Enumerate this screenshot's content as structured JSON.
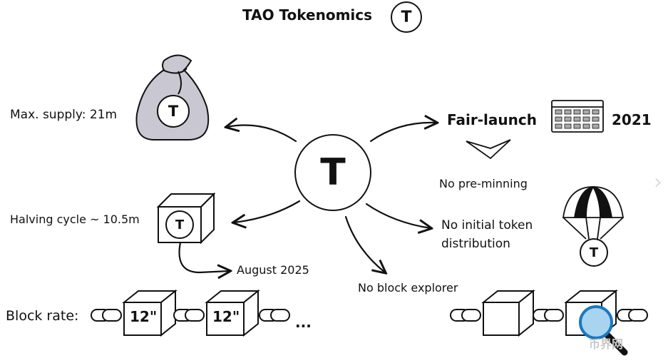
{
  "title": "TAO Tokenomics",
  "token_symbol": "Τ",
  "max_supply": "Max. supply: 21m",
  "fair_launch": "Fair-launch",
  "launch_year": "2021",
  "no_premining": "No pre-minning",
  "halving_cycle": "Halving cycle ~ 10.5m",
  "halving_date": "August 2025",
  "no_initial_distribution_line1": "No initial token",
  "no_initial_distribution_line2": "distribution",
  "no_block_explorer": "No block explorer",
  "block_rate_label": "Block rate:",
  "block_time_1": "12\"",
  "block_time_2": "12\"",
  "ellipsis": "...",
  "watermark": "币界网"
}
